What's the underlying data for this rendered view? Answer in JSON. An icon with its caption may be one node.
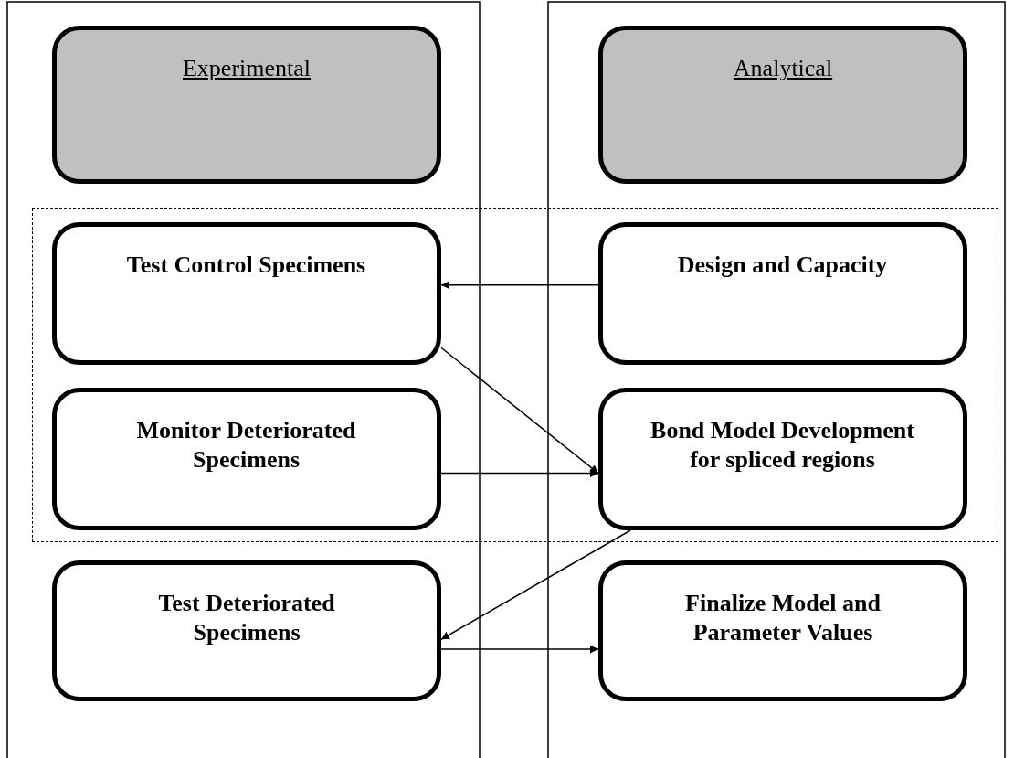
{
  "diagram": {
    "nodes": [
      {
        "text": [
          "Experimental"
        ]
      },
      {
        "text": [
          "Analytical"
        ]
      },
      {
        "text": [],
        "shape": "box"
      },
      {
        "text": [
          "Test Control Specimens"
        ],
        "in": 2
      },
      {
        "text": [
          "Design and Capacity"
        ],
        "in": 2
      },
      {
        "text": [
          "Monitor Deteriorated Specimens"
        ],
        "in": 2
      },
      {
        "text": [
          "Bond Model Development for spliced regions"
        ],
        "in": 2
      },
      {
        "text": [
          "Test Deteriorated Specimens"
        ]
      },
      {
        "text": [
          "Finalize Model and Parameter Values"
        ]
      }
    ],
    "edges": [
      {
        "from": 4,
        "to": 3,
        "arrow": "to"
      },
      {
        "from": 3,
        "to": 6,
        "arrow": "to"
      },
      {
        "from": 5,
        "to": 6,
        "arrow": "to"
      },
      {
        "from": 6,
        "to": 7,
        "arrow": "to"
      },
      {
        "from": 7,
        "to": 8,
        "arrow": "to"
      }
    ]
  }
}
